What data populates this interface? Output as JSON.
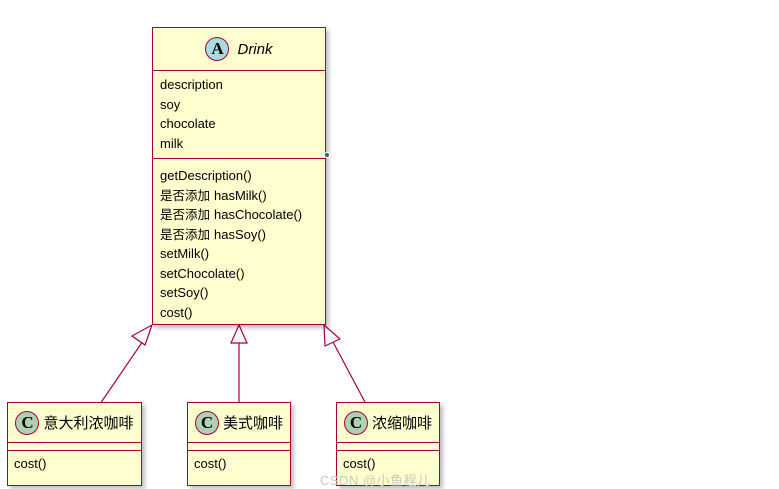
{
  "diagram": {
    "parent": {
      "stereotype": "A",
      "name": "Drink",
      "fields": [
        "description",
        "soy",
        "chocolate",
        "milk"
      ],
      "methods": [
        {
          "prefix": "",
          "name": "getDescription()"
        },
        {
          "prefix": "是否添加 ",
          "name": "hasMilk()"
        },
        {
          "prefix": "是否添加 ",
          "name": "hasChocolate()"
        },
        {
          "prefix": "是否添加 ",
          "name": "hasSoy()"
        },
        {
          "prefix": "",
          "name": "setMilk()"
        },
        {
          "prefix": "",
          "name": "setChocolate()"
        },
        {
          "prefix": "",
          "name": "setSoy()"
        },
        {
          "prefix": "",
          "name": "cost()"
        }
      ]
    },
    "children": [
      {
        "stereotype": "C",
        "name": "意大利浓咖啡",
        "methods": [
          "cost()"
        ]
      },
      {
        "stereotype": "C",
        "name": "美式咖啡",
        "methods": [
          "cost()"
        ]
      },
      {
        "stereotype": "C",
        "name": "浓缩咖啡",
        "methods": [
          "cost()"
        ]
      }
    ],
    "watermark": "CSDN @小鱼程儿",
    "colors": {
      "border": "#a80036",
      "fill": "#fefece",
      "abstract_badge": "#a9dcdf",
      "class_badge": "#add1b2",
      "arrow_fill": "#ffffff"
    }
  }
}
